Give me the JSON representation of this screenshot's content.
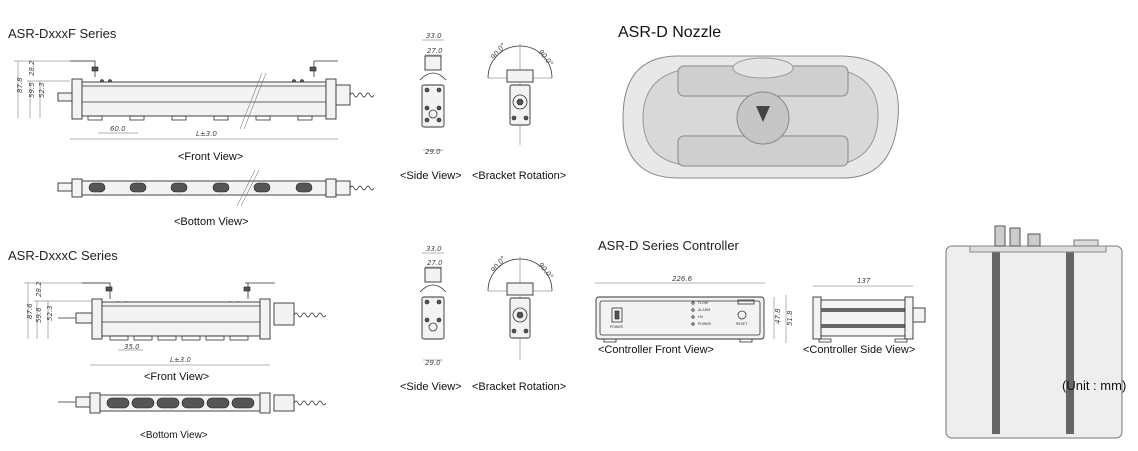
{
  "f_series": {
    "title": "ASR-DxxxF Series",
    "dims": {
      "total_h": "87.8",
      "body_h": "59.5",
      "inner_h": "52.3",
      "bracket_h": "28.2",
      "pitch": "60.0",
      "length": "L±3.0"
    },
    "front_caption": "<Front View>",
    "bottom_caption": "<Bottom View>",
    "side": {
      "top_w": "33.0",
      "inner_w": "27.0",
      "bottom_w": "29.0",
      "caption": "<Side View>"
    },
    "rotation": {
      "left_angle": "90.0°",
      "right_angle": "90.0°",
      "caption": "<Bracket Rotation>"
    }
  },
  "c_series": {
    "title": "ASR-DxxxC Series",
    "dims": {
      "total_h": "87.6",
      "body_h": "59.6",
      "inner_h": "52.3",
      "bracket_h": "28.2",
      "pitch": "35.0",
      "length": "L±3.0"
    },
    "front_caption": "<Front View>",
    "bottom_caption": "<Bottom View>",
    "side": {
      "top_w": "33.0",
      "inner_w": "27.0",
      "bottom_w": "29.0",
      "caption": "<Side View>"
    },
    "rotation": {
      "left_angle": "90.0°",
      "right_angle": "90.0°",
      "caption": "<Bracket Rotation>"
    }
  },
  "nozzle": {
    "title": "ASR-D Nozzle"
  },
  "controller": {
    "title": "ASR-D Series Controller",
    "front": {
      "width": "226.6",
      "height_inner": "47.8",
      "height_outer": "51.8",
      "leds": [
        "FLOW",
        "ALARM",
        "HV",
        "POWER"
      ],
      "switch_label": "POWER",
      "reset_label": "RESET",
      "caption": "<Controller Front View>"
    },
    "side": {
      "width": "137",
      "caption": "<Controller Side View>"
    }
  },
  "unit_note": "(Unit : mm)"
}
